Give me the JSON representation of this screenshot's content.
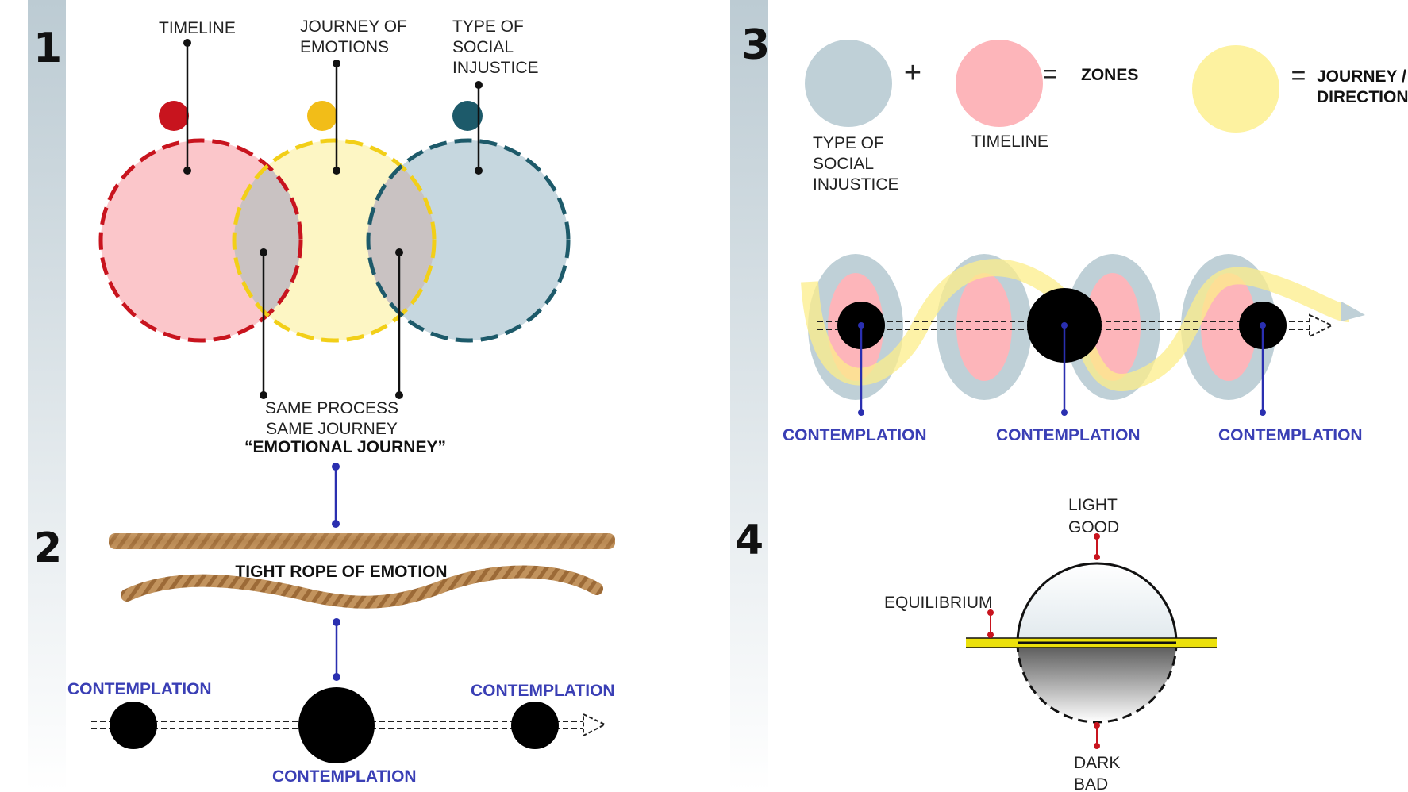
{
  "sections": [
    "1",
    "2",
    "3",
    "4"
  ],
  "section1": {
    "labels": {
      "timeline": "TIMELINE",
      "journey_1": "JOURNEY OF",
      "journey_2": "EMOTIONS",
      "type_1": "TYPE OF",
      "type_2": "SOCIAL",
      "type_3": "INJUSTICE"
    },
    "caption": {
      "line1": "SAME PROCESS",
      "line2": "SAME JOURNEY",
      "line3": "“EMOTIONAL JOURNEY”"
    }
  },
  "section2": {
    "rope_label": "TIGHT ROPE OF EMOTION",
    "contemplation_left": "CONTEMPLATION",
    "contemplation_center": "CONTEMPLATION",
    "contemplation_right": "CONTEMPLATION"
  },
  "section3": {
    "legend": {
      "plus": "+",
      "equals_1": "=",
      "zones": "ZONES",
      "equals_2": "=",
      "journey_1": "JOURNEY /",
      "journey_2": "DIRECTION",
      "type_1": "TYPE OF",
      "type_2": "SOCIAL",
      "type_3": "INJUSTICE",
      "timeline": "TIMELINE"
    },
    "contemplation_1": "CONTEMPLATION",
    "contemplation_2": "CONTEMPLATION",
    "contemplation_3": "CONTEMPLATION"
  },
  "section4": {
    "light": "LIGHT",
    "good": "GOOD",
    "equilibrium": "EQUILIBRIUM",
    "dark": "DARK",
    "bad": "BAD"
  },
  "colors": {
    "timeline_red": "#c8141e",
    "emotions_yellow": "#f2bd18",
    "injustice_teal": "#1d5a6a",
    "pink_fill": "#fbc6ca",
    "yellow_fill": "#fdf6c4",
    "blue_fill": "#c6d7df",
    "overlap_grey": "#c9c2c2",
    "contemplation_blue": "#3a3fb5",
    "rope": "#b98a55"
  }
}
